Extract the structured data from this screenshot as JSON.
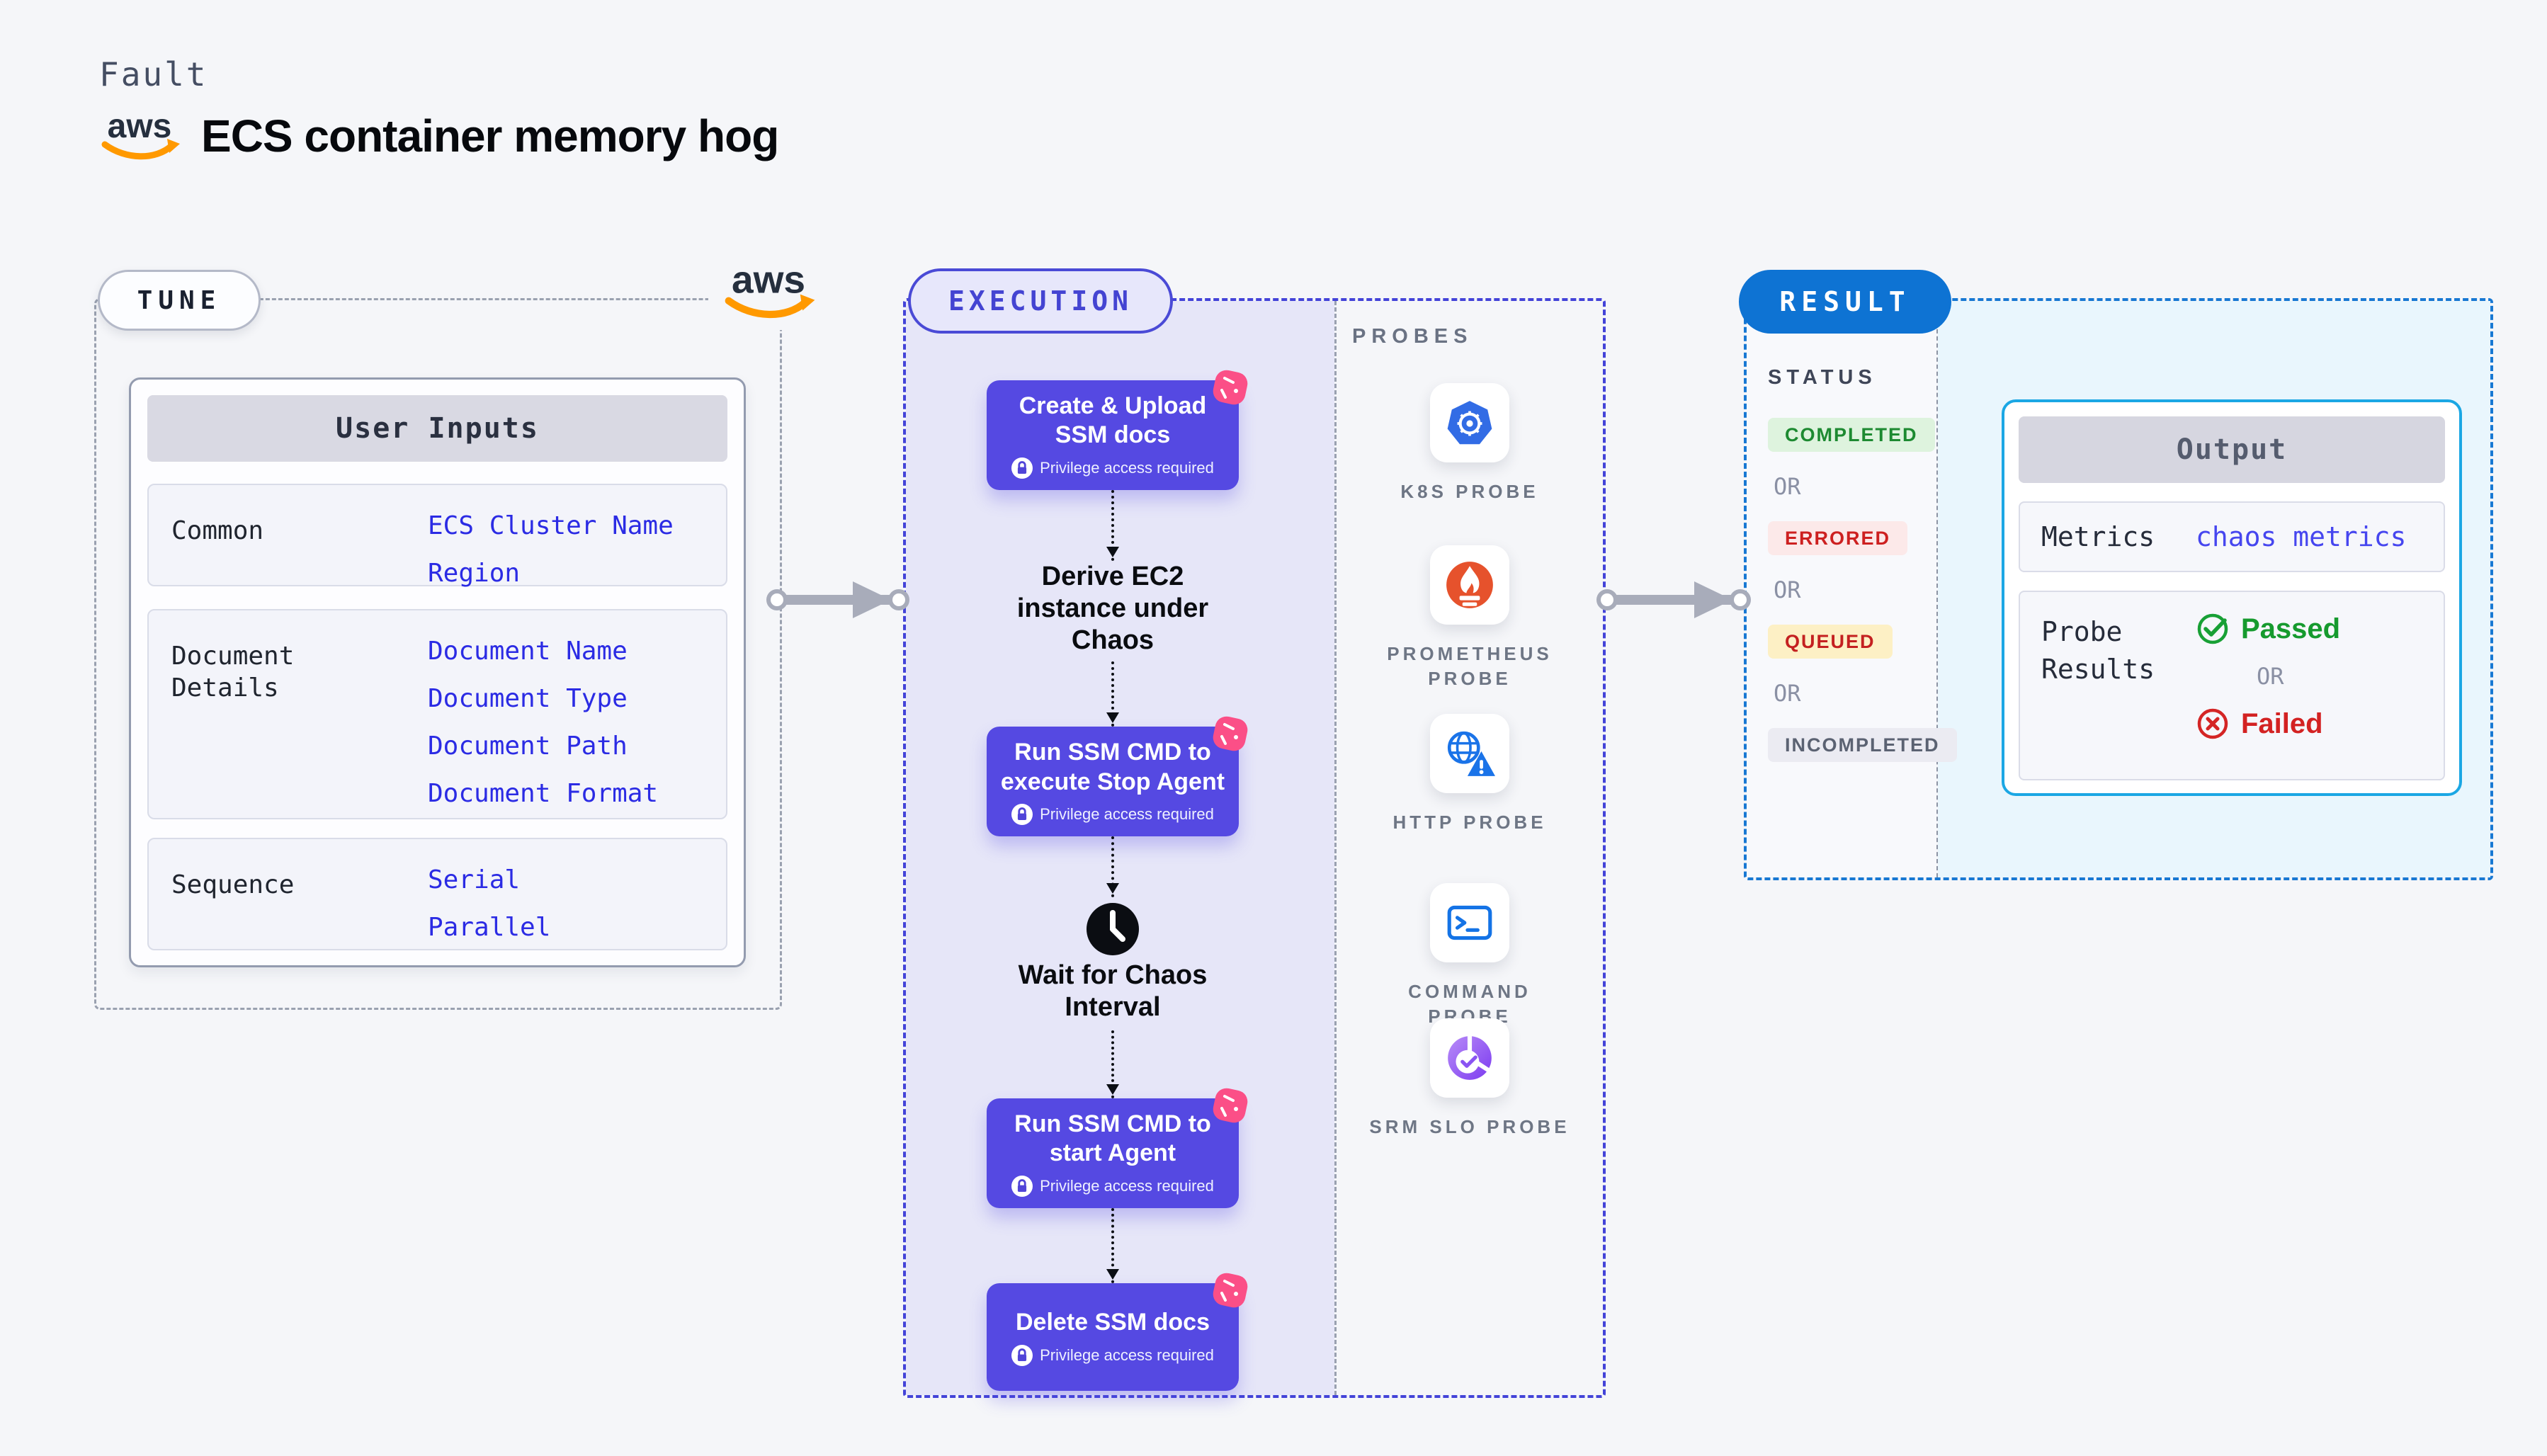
{
  "header": {
    "fault_label": "Fault",
    "title": "ECS container memory hog",
    "aws_wordmark": "aws"
  },
  "tune": {
    "badge": "TUNE",
    "user_inputs": {
      "header": "User Inputs",
      "rows": [
        {
          "label": "Common",
          "values": [
            "ECS Cluster Name",
            "Region"
          ]
        },
        {
          "label": "Document Details",
          "values": [
            "Document Name",
            "Document Type",
            "Document Path",
            "Document Format"
          ]
        },
        {
          "label": "Sequence",
          "values": [
            "Serial",
            "Parallel"
          ]
        }
      ]
    }
  },
  "execution": {
    "badge": "EXECUTION",
    "privilege_label": "Privilege access required",
    "steps": {
      "box1": "Create & Upload SSM docs",
      "text1": "Derive EC2 instance under Chaos",
      "box2": "Run SSM CMD to execute Stop Agent",
      "text2": "Wait for Chaos Interval",
      "box3": "Run SSM CMD to start Agent",
      "box4": "Delete SSM docs"
    }
  },
  "probes": {
    "heading": "PROBES",
    "items": [
      {
        "label": "K8S PROBE",
        "icon": "kubernetes-icon"
      },
      {
        "label": "PROMETHEUS PROBE",
        "icon": "prometheus-icon"
      },
      {
        "label": "HTTP PROBE",
        "icon": "http-globe-icon"
      },
      {
        "label": "COMMAND PROBE",
        "icon": "terminal-icon"
      },
      {
        "label": "SRM SLO PROBE",
        "icon": "srm-slo-icon"
      }
    ]
  },
  "result": {
    "badge": "RESULT",
    "status": {
      "heading": "STATUS",
      "or_label": "OR",
      "badges": [
        {
          "label": "COMPLETED",
          "bg": "#def3de",
          "color": "#1d8a31"
        },
        {
          "label": "ERRORED",
          "bg": "#fce9e9",
          "color": "#cd2020"
        },
        {
          "label": "QUEUED",
          "bg": "#fdf0c5",
          "color": "#c42020"
        },
        {
          "label": "INCOMPLETED",
          "bg": "#ebebf2",
          "color": "#5b6272"
        }
      ]
    },
    "output": {
      "header": "Output",
      "metrics_label": "Metrics",
      "metrics_value": "chaos metrics",
      "probe_results_label": "Probe Results",
      "passed_label": "Passed",
      "or_label": "OR",
      "failed_label": "Failed"
    }
  },
  "colors": {
    "page_bg": "#f5f6f9",
    "step_box_purple": "#5549e2",
    "execution_accent": "#4343d8",
    "execution_panel_bg": "#e6e6f8",
    "tune_border_gray": "#9aa1b0",
    "result_accent_blue": "#0e73d3",
    "output_border_cyan": "#1ba7e4",
    "output_panel_bg": "#e9f6fd",
    "value_text_blue": "#2b2be4",
    "aws_orange": "#ff9900",
    "aws_navy": "#252f3e",
    "chaos_pink": "#fb4f87",
    "passed_green": "#169a2e",
    "failed_red": "#d32222",
    "kubernetes_blue": "#326ce5",
    "prometheus_orange": "#e6522c",
    "http_blue": "#1a73e8",
    "srm_purple": "#8a54f2",
    "arrow_gray": "#a8acba"
  }
}
